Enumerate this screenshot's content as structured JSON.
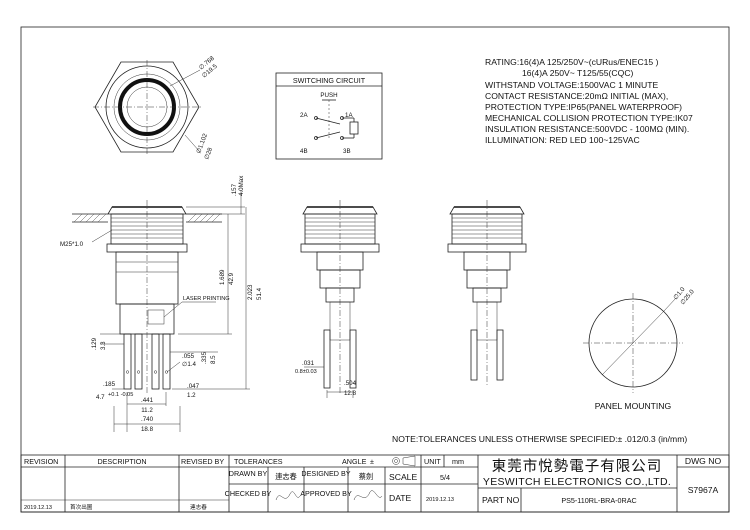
{
  "specs": [
    "RATING:16(4)A 125/250V~(cURus/ENEC15 )",
    "16(4)A 250V~ T125/55(CQC)",
    "WITHSTAND VOLTAGE:1500VAC 1 MINUTE",
    "CONTACT RESISTANCE:20mΩ INITIAL (MAX),",
    "PROTECTION TYPE:IP65(PANEL WATERPROOF)",
    "MECHANICAL COLLISION PROTECTION TYPE:IK07",
    "INSULATION RESISTANCE:500VDC - 100MΩ (MIN).",
    "ILLUMINATION:  RED  LED  100~125VAC"
  ],
  "switching": {
    "title": "SWITCHING CIRCUIT",
    "push": "PUSH",
    "t2a": "2A",
    "t1a": "1A",
    "t4b": "4B",
    "t3b": "3B"
  },
  "top_view": {
    "d1": "∅.768",
    "d2": "∅19.5",
    "d3": "∅1.102",
    "d4": "∅28"
  },
  "front_view": {
    "thread": "M25*1.0",
    "h1": ".157",
    "h2": "4.0Max",
    "h3": "1.689",
    "h4": "42.9",
    "h5": "2.023",
    "h6": "51.4",
    "laser": "LASER PRINTING",
    "t1": ".129",
    "t2": "3.3",
    "t3": ".335",
    "t4": "8.5",
    "t5": ".055",
    "t6": "∅1.4",
    "t7": ".185",
    "t8": "4.7",
    "t8tol": "+0.1 -0.05",
    "t9": ".047",
    "t10": "1.2",
    "w1": ".441",
    "w2": "11.2",
    "w3": ".740",
    "w4": "18.8"
  },
  "side_view": {
    "s1": ".031",
    "s2": "0.8±0.03",
    "s3": ".504",
    "s4": "12.8"
  },
  "panel": {
    "d1": "∅1.0",
    "d2": "∅25.0",
    "label": "PANEL MOUNTING"
  },
  "note": "NOTE:TOLERANCES UNLESS OTHERWISE SPECIFIED:± .012/0.3 (in/mm)",
  "title_block": {
    "revision": "REVISION",
    "description": "DESCRIPTION",
    "revised_by": "REVISED BY",
    "tolerances": "TOLERANCES",
    "angle": "ANGLE",
    "angle_val": "±",
    "unit": "UNIT",
    "unit_val": "mm",
    "drawn_by": "DRAWN BY",
    "drawn_name": "連志春",
    "designed_by": "DESIGNED BY",
    "designed_name": "蔡劍",
    "scale": "SCALE",
    "scale_val": "5/4",
    "checked_by": "CHECKED BY",
    "approved_by": "APPROVED BY",
    "date": "DATE",
    "date_val": "2019.12.13",
    "rev_date": "2019.12.13",
    "rev_desc": "首次出圖",
    "rev_by": "連志春",
    "company_cn": "東莞市悅勢電子有限公司",
    "company_en": "YESWITCH ELECTRONICS CO.,LTD.",
    "part_no_label": "PART NO",
    "part_no": "PS5-110RL-BRA-0RAC",
    "dwg_no_label": "DWG NO",
    "dwg_no": "S7967A"
  }
}
